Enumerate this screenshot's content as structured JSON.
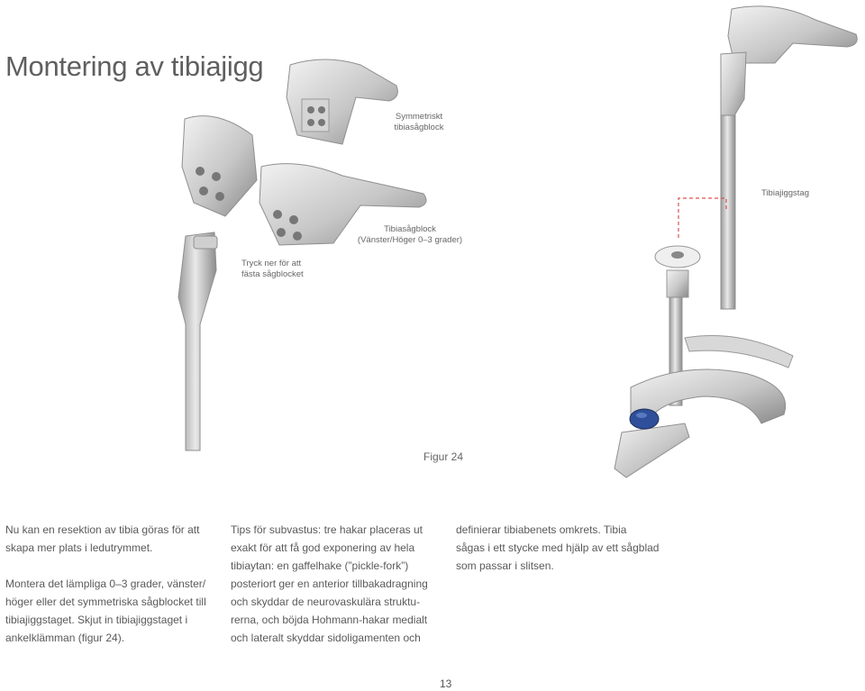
{
  "page": {
    "title": "Montering av tibiajigg",
    "figure_caption": "Figur 24",
    "page_number": "13"
  },
  "callouts": {
    "symmetric": [
      "Symmetriskt",
      "tibiasågblock"
    ],
    "tibial_block": [
      "Tibiasågblock",
      "(Vänster/Höger 0–3 grader)"
    ],
    "press_down": [
      "Tryck ner för att",
      "fästa sågblocket"
    ],
    "rod": "Tibiajiggstag"
  },
  "columns": {
    "col1": {
      "para1": [
        "Nu kan en resektion av tibia göras för att",
        "skapa mer plats i ledutrymmet."
      ],
      "para2": [
        "Montera det lämpliga 0–3 grader, vänster/",
        "höger eller det symmetriska sågblocket till",
        "tibiajiggstaget. Skjut in tibiajiggstaget i",
        "ankelklämman (figur 24)."
      ]
    },
    "col2": {
      "lines": [
        "Tips för subvastus: tre hakar placeras ut",
        "exakt för att få god exponering av hela",
        "tibiaytan: en gaffelhake (”pickle-fork”)",
        "posteriort ger en anterior tillbakadragning",
        "och skyddar de neurovaskulära struktu-",
        "rerna, och böjda Hohmann-hakar medialt",
        "och lateralt skyddar sidoligamenten och"
      ]
    },
    "col3": {
      "lines": [
        "definierar tibiabenets omkrets. Tibia",
        "sågas i ett stycke med hjälp av ett sågblad",
        "som passar i slitsen."
      ]
    }
  },
  "colors": {
    "metal_light": "#e6e6e6",
    "metal_mid": "#b9b9b9",
    "metal_dark": "#7d7d7d",
    "knob_blue": "#2f4f9a",
    "dashed_red": "#d9534f"
  }
}
